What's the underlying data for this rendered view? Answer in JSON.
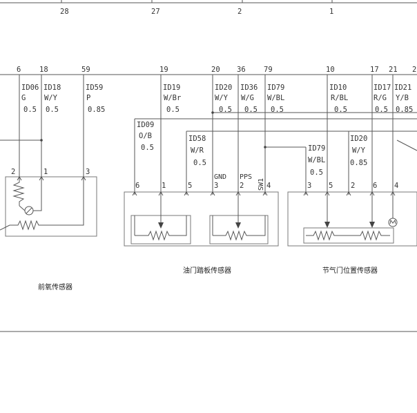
{
  "top_ruler": [
    "28",
    "27",
    "2",
    "1"
  ],
  "ecu_pins": [
    "6",
    "18",
    "59",
    "19",
    "20",
    "36",
    "79",
    "10",
    "17",
    "21",
    "2"
  ],
  "wires": {
    "w1": {
      "id": "ID06",
      "color": "G",
      "gauge": "0.5"
    },
    "w2": {
      "id": "ID18",
      "color": "W/Y",
      "gauge": "0.5"
    },
    "w3": {
      "id": "ID59",
      "color": "P",
      "gauge": "0.85"
    },
    "w4": {
      "id": "ID19",
      "color": "W/Br",
      "gauge": "0.5"
    },
    "w5": {
      "id": "ID20",
      "color": "W/Y",
      "gauge": "0.5"
    },
    "w6": {
      "id": "ID36",
      "color": "W/G",
      "gauge": "0.5"
    },
    "w7": {
      "id": "ID79",
      "color": "W/BL",
      "gauge": "0.5"
    },
    "w8": {
      "id": "ID10",
      "color": "R/BL",
      "gauge": "0.5"
    },
    "w9": {
      "id": "ID17",
      "color": "R/G",
      "gauge": "0.5"
    },
    "w10": {
      "id": "ID21",
      "color": "Y/B",
      "gauge": "0.85"
    },
    "w11": {
      "id": "ID09",
      "color": "O/B",
      "gauge": "0.5"
    },
    "w12": {
      "id": "ID58",
      "color": "W/R",
      "gauge": "0.5"
    },
    "w13": {
      "id": "ID79",
      "color": "W/BL",
      "gauge": "0.5"
    },
    "w14": {
      "id": "ID20",
      "color": "W/Y",
      "gauge": "0.85"
    }
  },
  "oxygen_sensor": {
    "pins": [
      "2",
      "1",
      "3"
    ],
    "caption": "前氧传感器"
  },
  "pedal_sensor": {
    "pins": [
      "6",
      "1",
      "5",
      "3",
      "2",
      "4"
    ],
    "labels": [
      "GND",
      "PPS",
      "SW1"
    ],
    "caption": "油门踏板传感器"
  },
  "throttle_sensor": {
    "pins": [
      "3",
      "5",
      "2",
      "6",
      "4"
    ],
    "caption": "节气门位置传感器"
  },
  "icons": [
    "heater-resistor-icon",
    "thermistor-icon",
    "potentiometer-icon",
    "motor-icon"
  ]
}
